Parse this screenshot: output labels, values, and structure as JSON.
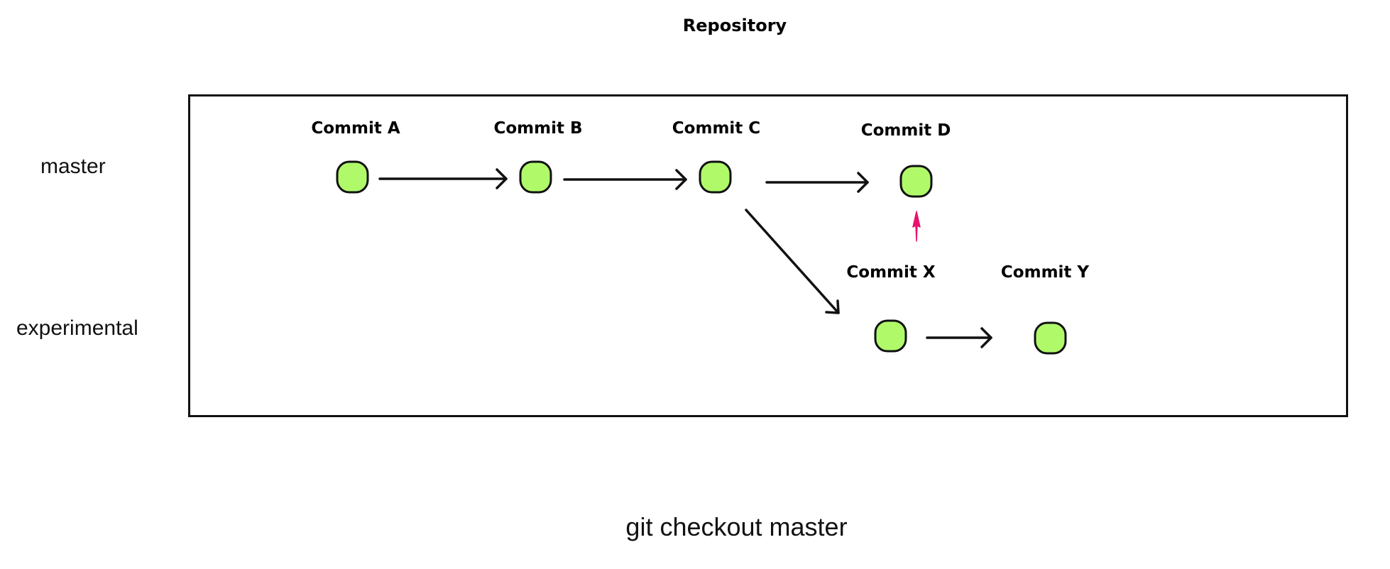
{
  "title": "Repository",
  "branches": {
    "master": "master",
    "experimental": "experimental"
  },
  "commits": {
    "a": "Commit A",
    "b": "Commit B",
    "c": "Commit C",
    "d": "Commit D",
    "x": "Commit X",
    "y": "Commit Y"
  },
  "caption": "git checkout master",
  "colors": {
    "node_fill": "#B0FA6A",
    "node_stroke": "#111111",
    "head_arrow": "#E8136B"
  }
}
